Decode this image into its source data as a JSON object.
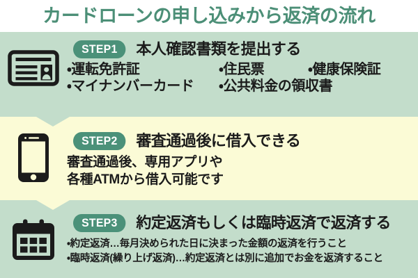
{
  "title": "カードローンの申し込みから返済の流れ",
  "colors": {
    "title_text": "#4c8f77",
    "band_green": "#c3ddcb",
    "band_yellow": "#fbfbd6",
    "pill_background": "#4b9179",
    "pill_text": "#ffffff",
    "body_text": "#1b1b1b",
    "icon": "#1b1b1b"
  },
  "steps": [
    {
      "badge": "STEP1",
      "heading": "本人確認書類を提出する",
      "icon": "id-card-icon",
      "band_color": "green",
      "documents_row_1": [
        "・運転免許証",
        "・住民票",
        "・健康保険証"
      ],
      "documents_row_2": [
        "・マイナンバーカード",
        "・公共料金の領収書"
      ]
    },
    {
      "badge": "STEP2",
      "heading": "審査通過後に借入できる",
      "icon": "smartphone-icon",
      "band_color": "yellow",
      "lines": [
        "審査通過後、専用アプリや",
        "各種ATMから借入可能です"
      ]
    },
    {
      "badge": "STEP3",
      "heading": "約定返済もしくは臨時返済で返済する",
      "icon": "calendar-icon",
      "band_color": "green",
      "lines": [
        "・約定返済…毎月決められた日に決まった金額の返済を行うこと",
        "・臨時返済(繰り上げ返済)…約定返済とは別に追加でお金を返済すること"
      ]
    }
  ]
}
